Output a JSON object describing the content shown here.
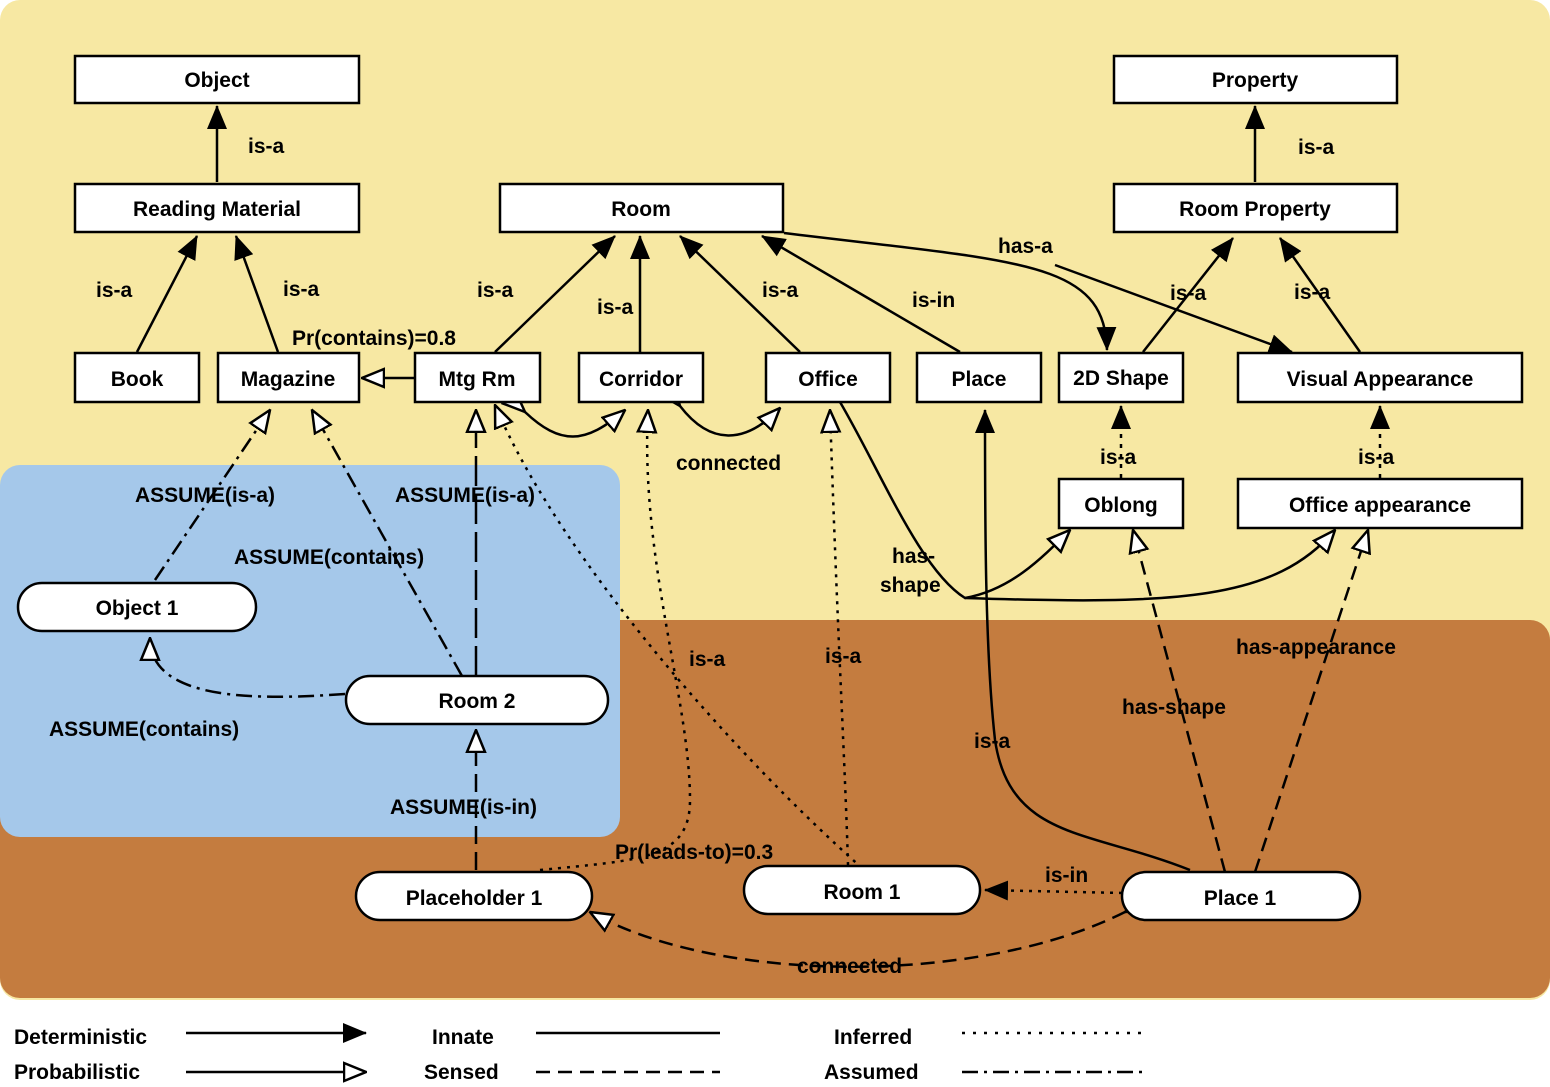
{
  "regions": {
    "conceptual_color": "#f7e8a3",
    "conversational_color": "#a5c8ea",
    "spatial_color": "#c47c3f"
  },
  "nodes": {
    "object": "Object",
    "property": "Property",
    "reading_material": "Reading Material",
    "room": "Room",
    "room_property": "Room Property",
    "book": "Book",
    "magazine": "Magazine",
    "mtg_rm": "Mtg Rm",
    "corridor": "Corridor",
    "office": "Office",
    "place": "Place",
    "shape_2d": "2D Shape",
    "visual_appearance": "Visual Appearance",
    "oblong": "Oblong",
    "office_appearance": "Office appearance",
    "object_1": "Object 1",
    "room_2": "Room 2",
    "placeholder_1": "Placeholder 1",
    "room_1": "Room 1",
    "place_1": "Place 1"
  },
  "edge_labels": {
    "isa_object": "is-a",
    "isa_property": "is-a",
    "isa_book": "is-a",
    "isa_magazine": "is-a",
    "pr_contains": "Pr(contains)=0.8",
    "isa_mtgrm": "is-a",
    "isa_corridor": "is-a",
    "isa_office": "is-a",
    "isin_place": "is-in",
    "hasa_room": "has-a",
    "isa_2dshape": "is-a",
    "isa_visual": "is-a",
    "isa_oblong": "is-a",
    "isa_officeapp": "is-a",
    "connected_top": "connected",
    "has_shape_office_1": "has-",
    "has_shape_office_2": "shape",
    "assume_isa_obj": "ASSUME(is-a)",
    "assume_isa_room": "ASSUME(is-a)",
    "assume_contains_top": "ASSUME(contains)",
    "assume_contains_bottom": "ASSUME(contains)",
    "assume_isin": "ASSUME(is-in)",
    "isa_room1_corridor": "is-a",
    "isa_room1_office": "is-a",
    "isa_place1": "is-a",
    "has_shape_place1": "has-shape",
    "has_appearance": "has-appearance",
    "pr_leads_to": "Pr(leads-to)=0.3",
    "isin_room1": "is-in",
    "connected_bottom": "connected"
  },
  "legend": {
    "deterministic": "Deterministic",
    "probabilistic": "Probabilistic",
    "innate": "Innate",
    "sensed": "Sensed",
    "inferred": "Inferred",
    "assumed": "Assumed"
  }
}
